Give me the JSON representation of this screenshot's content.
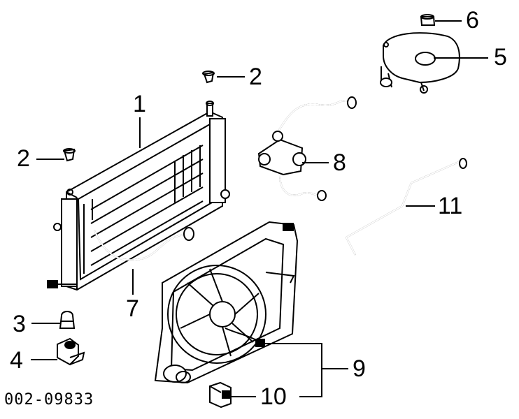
{
  "figure": {
    "catalog_number": "002-09833",
    "callouts": [
      {
        "id": "c1",
        "label": "1"
      },
      {
        "id": "c2a",
        "label": "2"
      },
      {
        "id": "c2b",
        "label": "2"
      },
      {
        "id": "c3",
        "label": "3"
      },
      {
        "id": "c4",
        "label": "4"
      },
      {
        "id": "c5",
        "label": "5"
      },
      {
        "id": "c6",
        "label": "6"
      },
      {
        "id": "c7",
        "label": "7"
      },
      {
        "id": "c8",
        "label": "8"
      },
      {
        "id": "c9",
        "label": "9"
      },
      {
        "id": "c10",
        "label": "10"
      },
      {
        "id": "c11",
        "label": "11"
      }
    ]
  }
}
